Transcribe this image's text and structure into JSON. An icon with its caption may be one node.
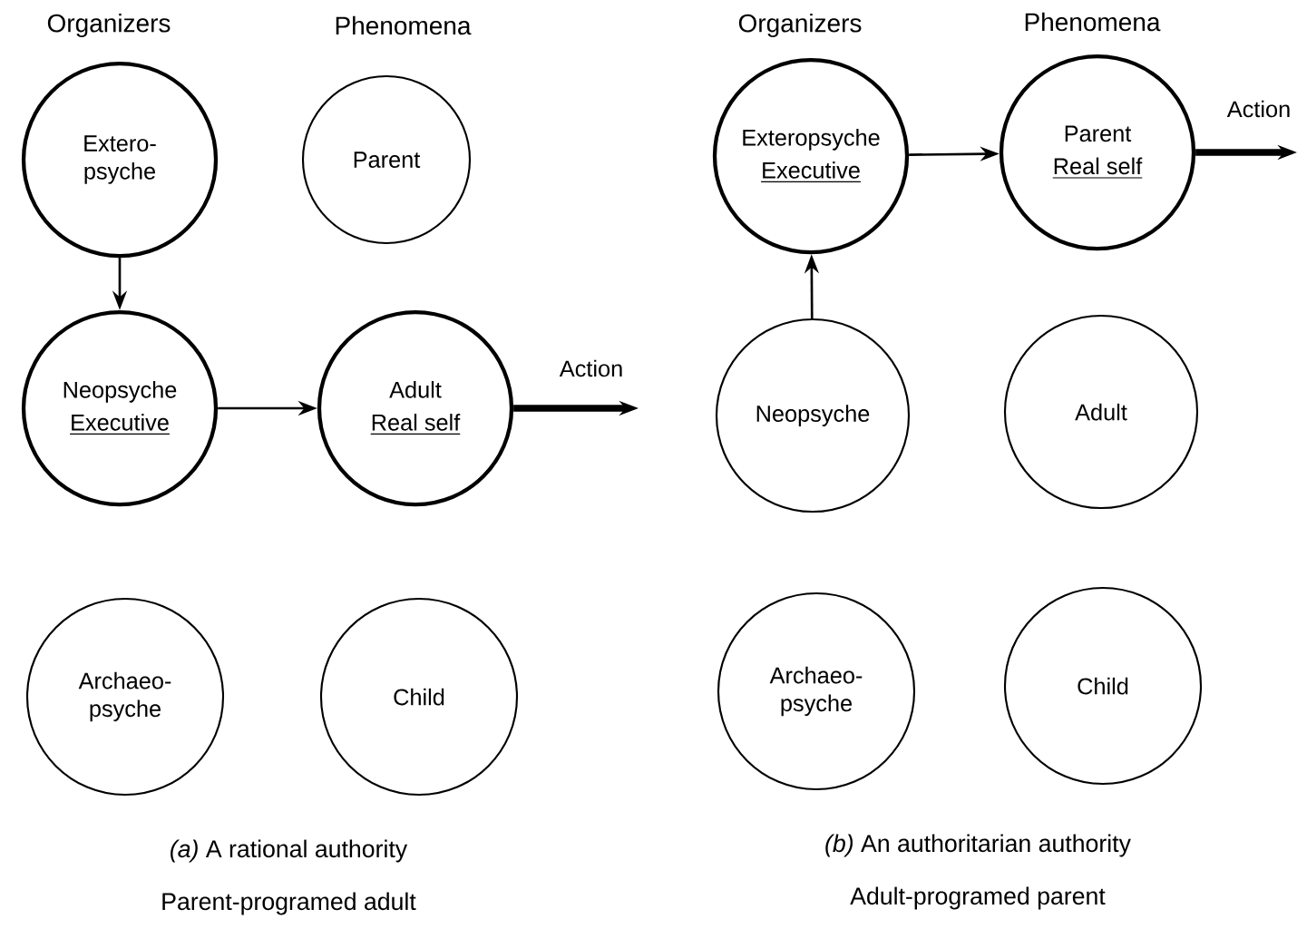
{
  "diagram": {
    "nodes": [
      {
        "text": [
          "Extero- psyche"
        ]
      },
      {
        "text": [
          "Parent"
        ]
      },
      {
        "text": [
          "Neopsyche",
          "Executive"
        ]
      },
      {
        "text": [
          "Adult",
          "Real self"
        ]
      },
      {
        "text": [
          "Archaeo- psyche"
        ]
      },
      {
        "text": [
          "Child"
        ]
      },
      {
        "text": [
          "Exteropsyche",
          "Executive"
        ]
      },
      {
        "text": [
          "Parent",
          "Real self"
        ]
      },
      {
        "text": [
          "Neopsyche"
        ]
      },
      {
        "text": [
          "Adult"
        ]
      },
      {
        "text": [
          "Archaeo- psyche"
        ]
      },
      {
        "text": [
          "Child"
        ]
      }
    ],
    "edges": [
      {
        "from": 0,
        "to": 2,
        "arrow": "to"
      },
      {
        "from": 2,
        "to": 3,
        "arrow": "to"
      },
      {
        "from": 3,
        "to": null,
        "arrow": "to",
        "label": "Action",
        "style": "thick"
      },
      {
        "from": 8,
        "to": 6,
        "arrow": "to"
      },
      {
        "from": 6,
        "to": 7,
        "arrow": "to"
      },
      {
        "from": 7,
        "to": null,
        "arrow": "to",
        "label": "Action",
        "style": "thick"
      }
    ],
    "labels": [
      "Organizers",
      "Phenomena",
      "Organizers",
      "Phenomena",
      "*(a)* A rational authority",
      "Parent-programed adult",
      "*(b)* An authoritarian authority",
      "Adult-programed parent"
    ]
  }
}
